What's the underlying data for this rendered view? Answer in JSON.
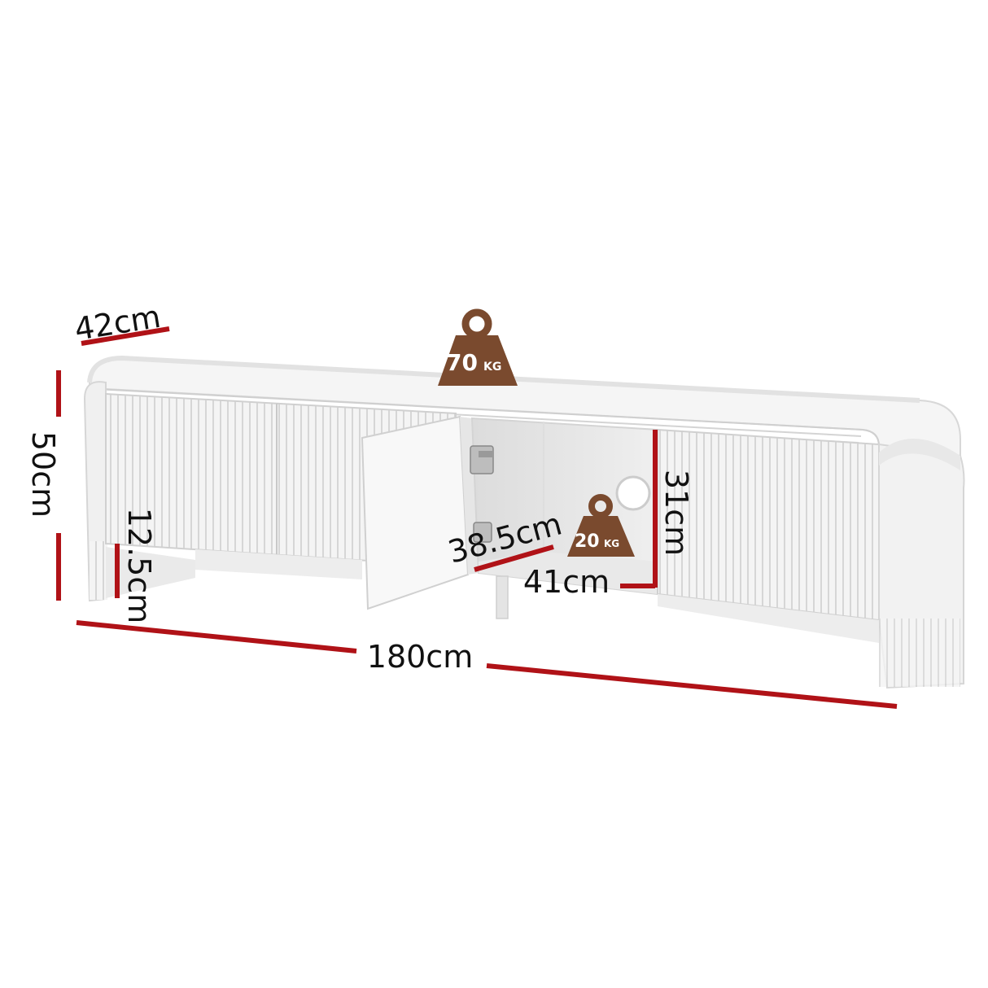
{
  "colors": {
    "dimension_line": "#b01217",
    "weight_badge": "#7a4a2e",
    "cabinet": "#f2f2f2",
    "groove": "#d9d9d9"
  },
  "dimensions": {
    "depth": "42cm",
    "height": "50cm",
    "leg_height": "12.5cm",
    "width": "180cm",
    "shelf_depth": "38.5cm",
    "shelf_width": "41cm",
    "shelf_height": "31cm"
  },
  "weights": {
    "top": {
      "value": "70",
      "unit": "KG"
    },
    "shelf": {
      "value": "20",
      "unit": "KG"
    }
  }
}
